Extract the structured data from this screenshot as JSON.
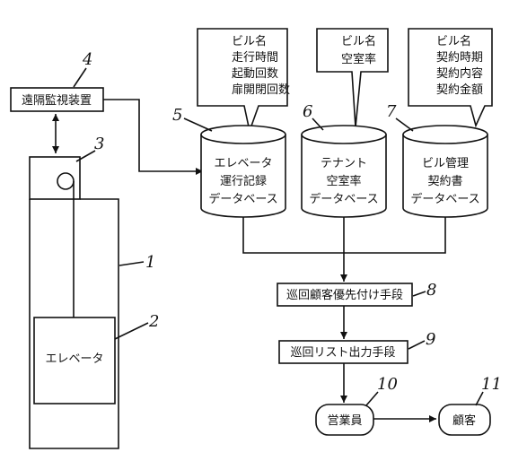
{
  "refs": {
    "n1": "1",
    "n2": "2",
    "n3": "3",
    "n4": "4",
    "n5": "5",
    "n6": "6",
    "n7": "7",
    "n8": "8",
    "n9": "9",
    "n10": "10",
    "n11": "11"
  },
  "remote_monitor": {
    "label": "遠隔監視装置"
  },
  "elevator": {
    "label": "エレベータ"
  },
  "db_elevator": {
    "lines": [
      "エレベータ",
      "運行記録",
      "データベース"
    ]
  },
  "db_tenant": {
    "lines": [
      "テナント",
      "空室率",
      "データベース"
    ]
  },
  "db_building": {
    "lines": [
      "ビル管理",
      "契約書",
      "データベース"
    ]
  },
  "callout_elevator": {
    "lines": [
      "ビル名",
      "走行時間",
      "起動回数",
      "扉開閉回数"
    ]
  },
  "callout_tenant": {
    "lines": [
      "ビル名",
      "空室率"
    ]
  },
  "callout_building": {
    "lines": [
      "ビル名",
      "契約時期",
      "契約内容",
      "契約金額"
    ]
  },
  "priority": {
    "label": "巡回顧客優先付け手段"
  },
  "output": {
    "label": "巡回リスト出力手段"
  },
  "sales": {
    "label": "営業員"
  },
  "customer": {
    "label": "顧客"
  }
}
